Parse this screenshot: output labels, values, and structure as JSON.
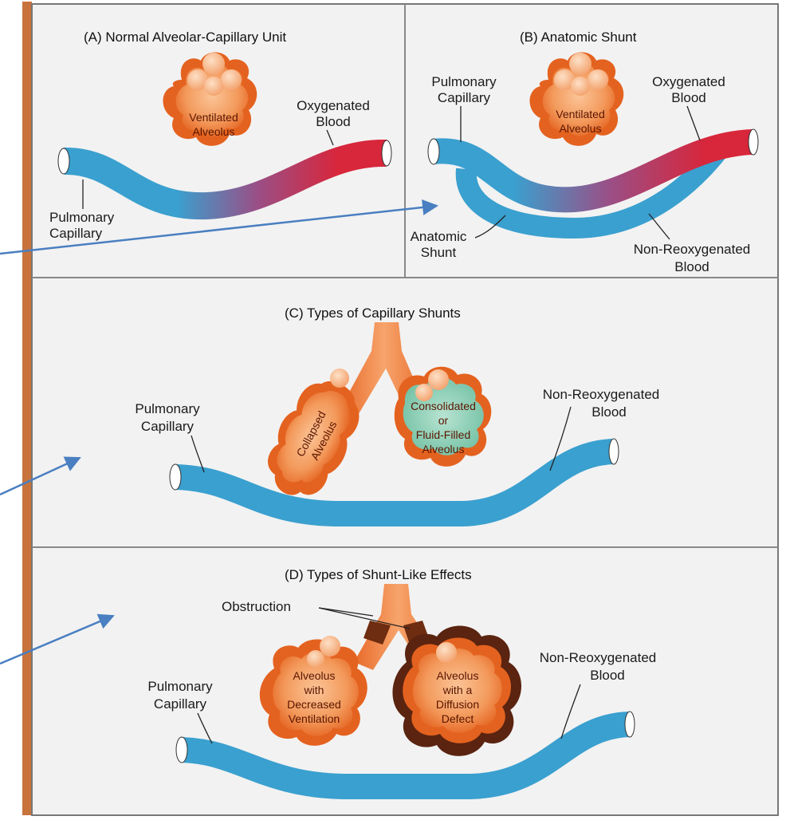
{
  "colors": {
    "background": "#f2f2f2",
    "panel_border": "#777777",
    "left_bar": "#c8733c",
    "deoxygenated": "#3aa0cf",
    "oxygenated": "#d8263b",
    "alveolus_outer": "#ea6a25",
    "alveolus_inner": "#f6a66e",
    "fluid": "#8fd0b8",
    "obstruction": "#6e2c10",
    "arrow": "#4a7fc1"
  },
  "panels": {
    "a": {
      "title": "(A)  Normal Alveolar-Capillary Unit",
      "alveolus": [
        "Ventilated",
        "Alveolus"
      ],
      "oxygenated": [
        "Oxygenated",
        "Blood"
      ],
      "capillary": [
        "Pulmonary",
        "Capillary"
      ]
    },
    "b": {
      "title": "(B) Anatomic Shunt",
      "capillary": [
        "Pulmonary",
        "Capillary"
      ],
      "alveolus": [
        "Ventilated",
        "Alveolus"
      ],
      "oxygenated": [
        "Oxygenated",
        "Blood"
      ],
      "shunt": [
        "Anatomic",
        "Shunt"
      ],
      "nonreox": [
        "Non-Reoxygenated",
        "Blood"
      ]
    },
    "c": {
      "title": "(C)  Types of Capillary Shunts",
      "capillary": [
        "Pulmonary",
        "Capillary"
      ],
      "collapsed": [
        "Collapsed",
        "Alveolus"
      ],
      "consolidated": [
        "Consolidated",
        "or",
        "Fluid-Filled",
        "Alveolus"
      ],
      "nonreox": [
        "Non-Reoxygenated",
        "Blood"
      ]
    },
    "d": {
      "title": "(D)  Types of Shunt-Like Effects",
      "obstruction": "Obstruction",
      "decreased": [
        "Alveolus",
        "with",
        "Decreased",
        "Ventilation"
      ],
      "diffusion": [
        "Alveolus",
        "with a",
        "Diffusion",
        "Defect"
      ],
      "capillary": [
        "Pulmonary",
        "Capillary"
      ],
      "nonreox": [
        "Non-Reoxygenated",
        "Blood"
      ]
    }
  }
}
